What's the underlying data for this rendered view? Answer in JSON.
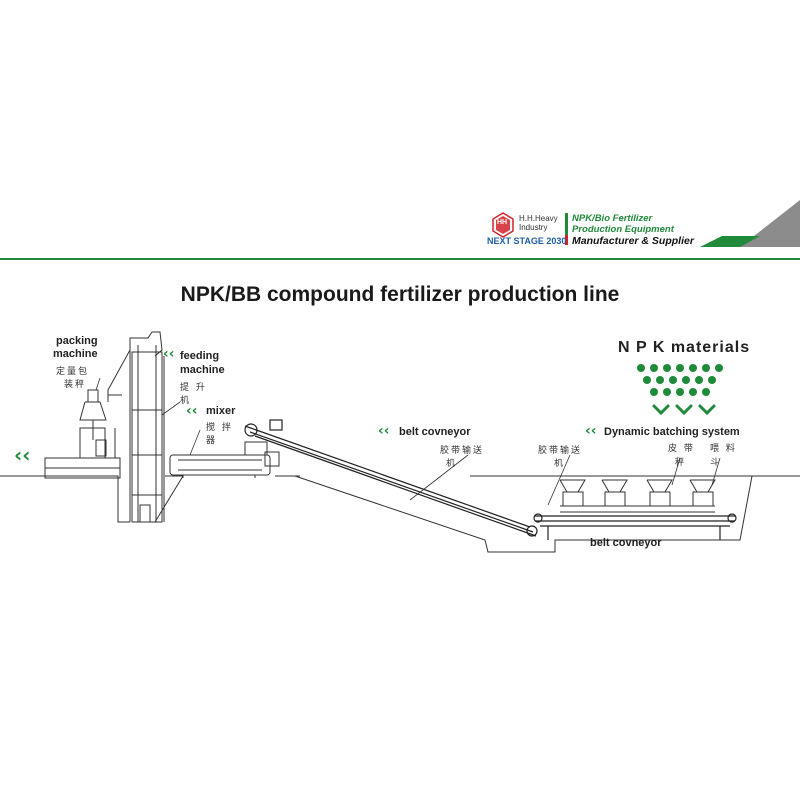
{
  "brand": {
    "company": "H.H.Heavy Industry",
    "slogan": "NEXT STAGE 2030",
    "tagline_1": "NPK/Bio Fertilizer",
    "tagline_2": "Production Equipment",
    "tagline_3": "Manufacturer & Supplier",
    "logo_text": "HH",
    "colors": {
      "green": "#1f8a3a",
      "blue": "#1f5fa8",
      "red": "#d0242a",
      "gray": "#8c8c8c"
    }
  },
  "title": "NPK/BB compound fertilizer production line",
  "npk_materials": "N P K materials",
  "labels": {
    "packing_en_1": "packing",
    "packing_en_2": "machine",
    "packing_cn_1": "定量包",
    "packing_cn_2": "装秤",
    "feeding_en_1": "feeding",
    "feeding_en_2": "machine",
    "feeding_cn_1": "提 升",
    "feeding_cn_2": "机",
    "mixer_en": "mixer",
    "mixer_cn_1": "搅 拌",
    "mixer_cn_2": "器",
    "belt1_en": "belt covneyor",
    "belt1_cn_1": "胶带输送",
    "belt1_cn_2": "机",
    "belt2_cn_1": "胶带输送",
    "belt2_cn_2": "机",
    "batching_en": "Dynamic batching system",
    "batching_cn_1": "皮 带",
    "batching_cn_2": "秤",
    "hopper_cn_1": "喂 料",
    "hopper_cn_2": "斗",
    "belt2_en": "belt covneyor"
  },
  "chevron": "‹‹"
}
